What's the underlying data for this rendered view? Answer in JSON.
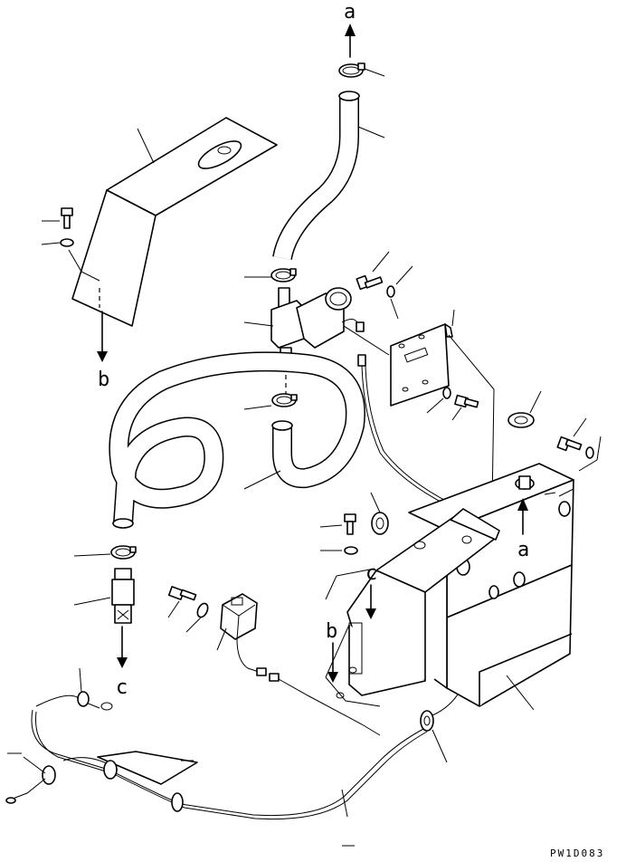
{
  "diagram": {
    "reference_labels": {
      "a_top": "a",
      "b_left": "b",
      "c_left": "c",
      "a_right": "a",
      "c_tank": "c",
      "b_tank": "b"
    },
    "drawing_code": "PW1D083"
  }
}
